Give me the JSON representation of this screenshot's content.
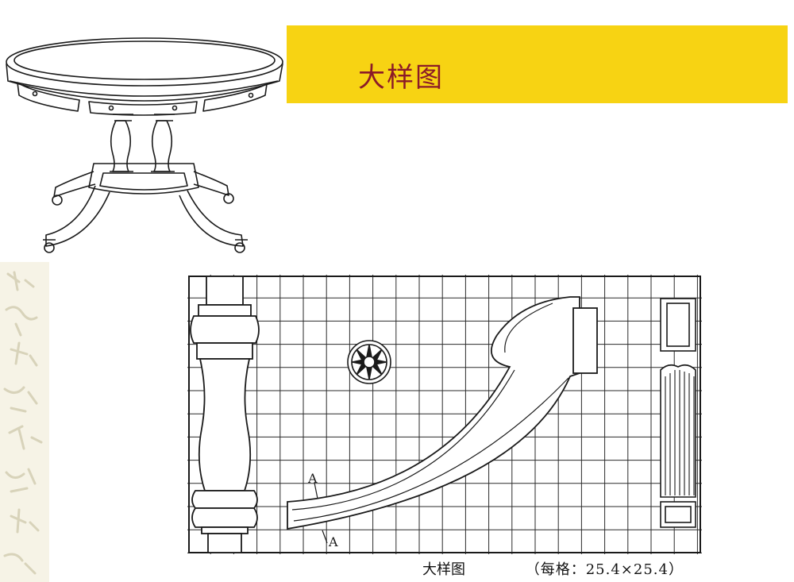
{
  "title": "大样图",
  "caption": {
    "label": "大样图",
    "spec": "（每格：25.4×25.4）"
  },
  "section_marks": [
    "A",
    "A"
  ],
  "colors": {
    "banner": "#f7d313",
    "title_text": "#8b1a28",
    "line": "#1a1a1a"
  }
}
